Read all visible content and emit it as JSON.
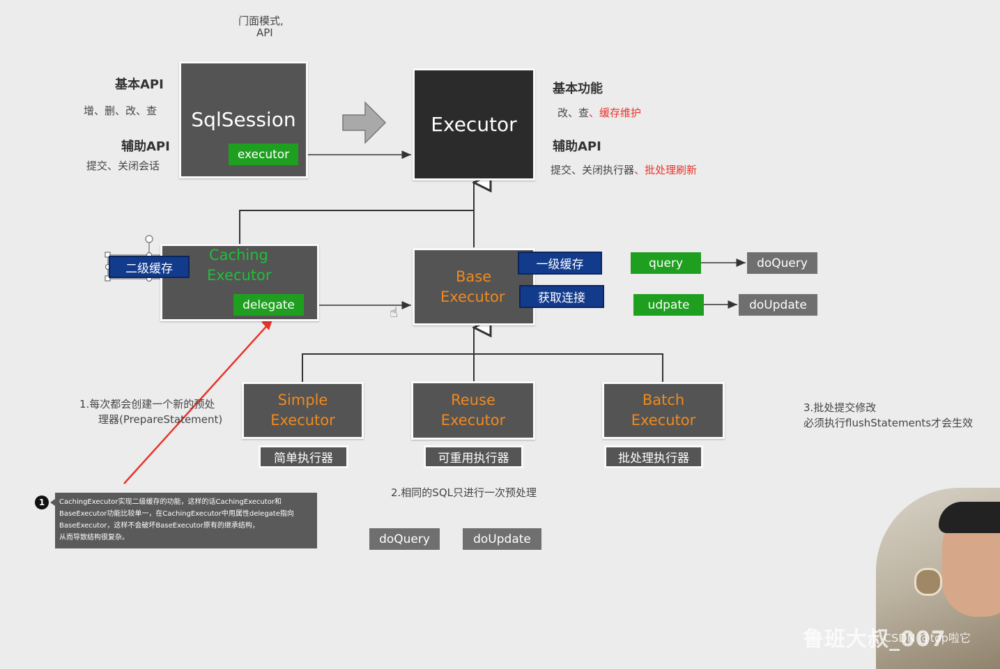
{
  "facade": {
    "line1": "门面模式,",
    "line2": "API"
  },
  "left_api": {
    "basic_title": "基本API",
    "basic_items": "增、删、改、查",
    "aux_title": "辅助API",
    "aux_items": "提交、关闭会话"
  },
  "sqlsession": {
    "title": "SqlSession",
    "field": "executor"
  },
  "executor": {
    "title": "Executor"
  },
  "right_api": {
    "basic_title": "基本功能",
    "basic_items_a": "改、查",
    "basic_items_sep": "、",
    "basic_items_red": "缓存维护",
    "aux_title": "辅助API",
    "aux_items_a": "提交、关闭执行器",
    "aux_items_sep": "、",
    "aux_items_red": "批处理刷新"
  },
  "caching": {
    "line1": "Caching",
    "line2": "Executor",
    "field": "delegate",
    "tag": "二级缓存"
  },
  "base": {
    "line1": "Base",
    "line2": "Executor",
    "tag1": "一级缓存",
    "tag2": "获取连接"
  },
  "methods": {
    "query": "query",
    "doQuery": "doQuery",
    "update": "udpate",
    "doUpdate": "doUpdate"
  },
  "subs": [
    {
      "line1": "Simple",
      "line2": "Executor",
      "label": "简单执行器"
    },
    {
      "line1": "Reuse",
      "line2": "Executor",
      "label": "可重用执行器"
    },
    {
      "line1": "Batch",
      "line2": "Executor",
      "label": "批处理执行器"
    }
  ],
  "notes": {
    "n1_line1": "1.每次都会创建一个新的预处",
    "n1_line2": "理器(PrepareStatement)",
    "n2": "2.相同的SQL只进行一次预处理",
    "n3_line1": "3.批处提交修改",
    "n3_line2": "必须执行flushStatements才会生效"
  },
  "bottom": {
    "doQuery": "doQuery",
    "doUpdate": "doUpdate"
  },
  "comment": {
    "badge": "1",
    "line1": "CachingExecutor实现二级缓存的功能，这样的话CachingExecutor和",
    "line2": "BaseExecutor功能比较单一，在CachingExecutor中用属性delegate指向",
    "line3": "BaseExecutor，这样不会破坏BaseExecutor原有的继承结构，",
    "line4": "从而导致结构很复杂。"
  },
  "watermark": {
    "text": "鲁班大叔_007",
    "csdn": "CSDN @top啦它"
  },
  "colors": {
    "green": "#1f9f1f",
    "blue": "#123b8c",
    "orange": "#f08a1d",
    "red": "#e8332a",
    "dark": "#545454"
  }
}
